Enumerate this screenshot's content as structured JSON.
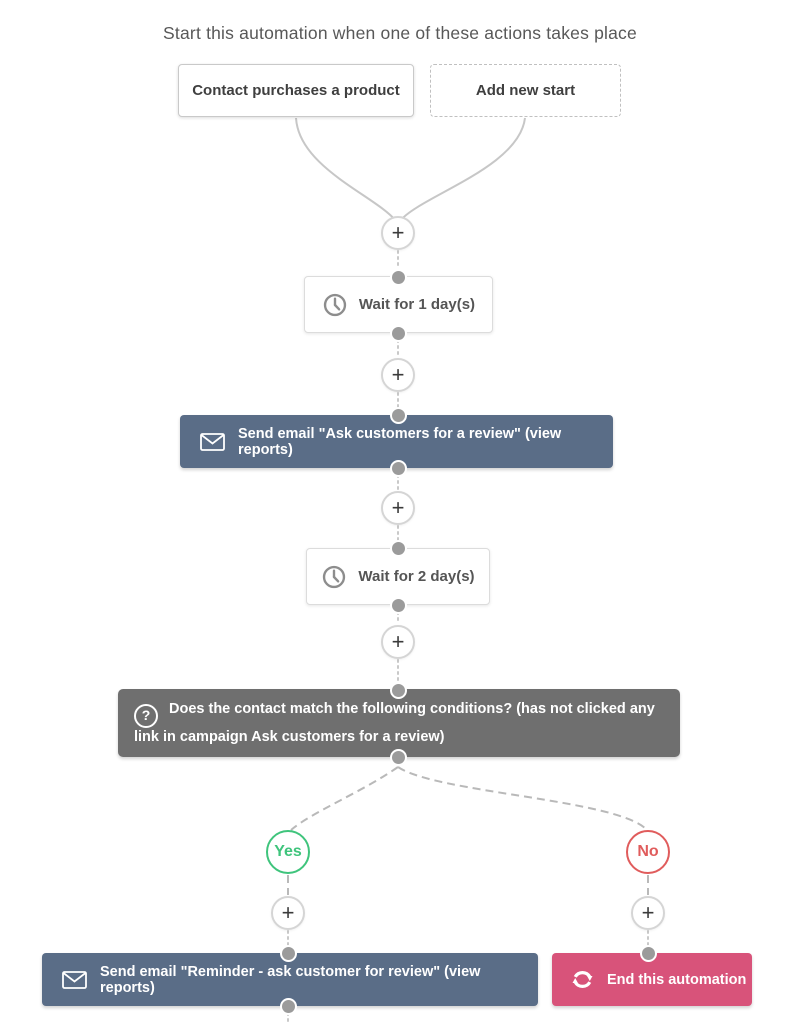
{
  "header": {
    "title": "Start this automation when one of these actions takes place"
  },
  "flow": {
    "trigger": {
      "label": "Contact purchases a product"
    },
    "add_new_start": {
      "label": "Add new start"
    },
    "wait_1": {
      "label": "Wait for 1 day(s)",
      "icon": "clock-icon"
    },
    "send_email_1": {
      "label": "Send email \"Ask customers for a review\" (view reports)",
      "icon": "envelope-icon"
    },
    "wait_2": {
      "label": "Wait for 2 day(s)",
      "icon": "clock-icon"
    },
    "condition": {
      "label": "Does the contact match the following conditions? (has not clicked any link in campaign Ask customers for a review)",
      "icon": "question-icon"
    },
    "branch_yes": {
      "label": "Yes"
    },
    "branch_no": {
      "label": "No"
    },
    "send_email_2": {
      "label": "Send email \"Reminder - ask customer for review\" (view reports)",
      "icon": "envelope-icon"
    },
    "end": {
      "label": "End this automation",
      "icon": "refresh-icon"
    }
  },
  "controls": {
    "add_node_label": "+",
    "question_glyph": "?"
  },
  "colors": {
    "email_action_bg": "#5a6d87",
    "condition_bg": "#6f6f6f",
    "end_action_bg": "#d8537a",
    "yes_accent": "#3fc47c",
    "no_accent": "#e05c5c",
    "connector_gray": "#c7c7c7",
    "dot_gray": "#9b9b9b"
  }
}
